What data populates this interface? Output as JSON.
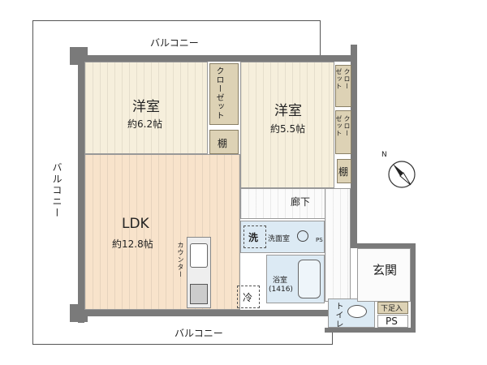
{
  "balcony_label": "バルコニー",
  "rooms": {
    "western1": {
      "name": "洋室",
      "size": "約6.2帖"
    },
    "western2": {
      "name": "洋室",
      "size": "約5.5帖"
    },
    "ldk": {
      "name": "LDK",
      "size": "約12.8帖"
    },
    "hallway": "廊下",
    "washroom": "洗面室",
    "washer": "洗",
    "bath": {
      "name": "浴室",
      "size": "(1416)"
    },
    "toilet": "トイレ",
    "entrance": "玄関",
    "shoe_cabinet": "下足入",
    "ps": "PS",
    "fridge": "冷",
    "counter": "カウンター"
  },
  "storage": {
    "closet": "クローゼット",
    "closet_split": [
      "クロー",
      "ゼット"
    ],
    "shelf": "棚"
  },
  "compass": {
    "north": "N"
  },
  "colors": {
    "ldk": "#f8e3cb",
    "western": "#f6efdc",
    "wet": "#dceaf4",
    "storage": "#ddd2b5",
    "wall": "#7a7a7a"
  }
}
